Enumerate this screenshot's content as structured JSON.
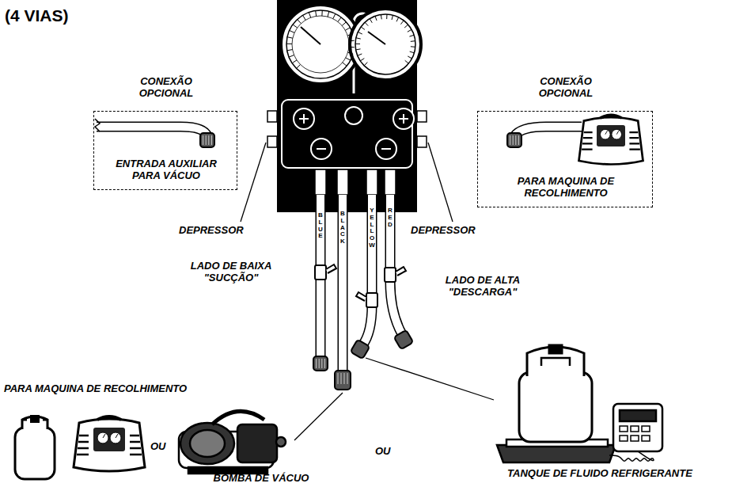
{
  "diagram": {
    "title": "(4 VIAS)",
    "nodes": [
      {
        "text": [
          "CONEXÃO OPCIONAL",
          "ENTRADA AUXILIAR PARA VÁCUO"
        ]
      },
      {
        "text": [
          "CONEXÃO OPCIONAL",
          "PARA MAQUINA DE RECOLHIMENTO"
        ]
      },
      {
        "text": [
          "PARA MAQUINA DE RECOLHIMENTO"
        ]
      },
      {
        "text": [
          "BOMBA DE VÁCUO"
        ]
      },
      {
        "text": [
          "TANQUE DE FLUIDO REFRIGERANTE"
        ]
      }
    ],
    "labels": [
      "DEPRESSOR",
      "DEPRESSOR",
      "BLUE",
      "BLACK",
      "YELLOW",
      "RED",
      "LADO DE BAIXA \"SUCÇÃO\"",
      "LADO DE ALTA \"DESCARGA\"",
      "OU",
      "OU"
    ]
  }
}
